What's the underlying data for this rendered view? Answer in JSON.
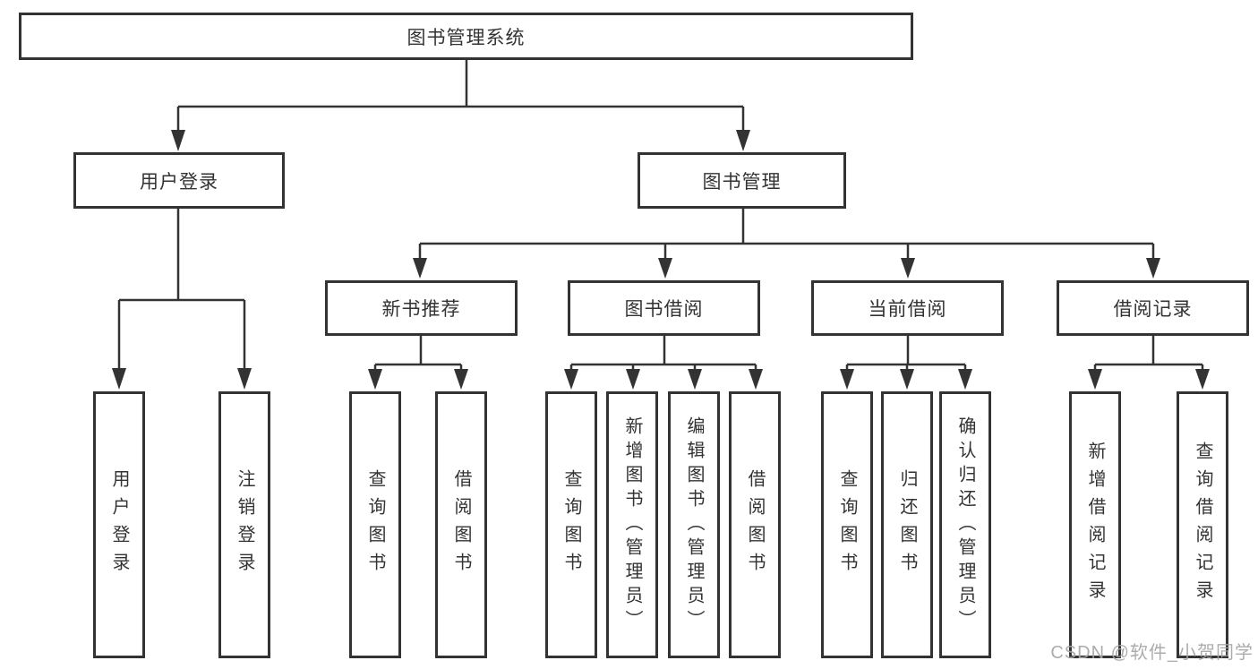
{
  "tree": {
    "root": "图书管理系统",
    "branches": [
      {
        "label": "用户登录",
        "leaves": [
          "用户登录",
          "注销登录"
        ]
      },
      {
        "label": "图书管理",
        "children": [
          {
            "label": "新书推荐",
            "leaves": [
              "查询图书",
              "借阅图书"
            ]
          },
          {
            "label": "图书借阅",
            "leaves": [
              "查询图书",
              "新增图书（管理员）",
              "编辑图书（管理员）",
              "借阅图书"
            ]
          },
          {
            "label": "当前借阅",
            "leaves": [
              "查询图书",
              "归还图书",
              "确认归还（管理员）"
            ]
          },
          {
            "label": "借阅记录",
            "leaves": [
              "新增借阅记录",
              "查询借阅记录"
            ]
          }
        ]
      }
    ]
  },
  "watermark": {
    "text": "CSDN @软件_小贺同学"
  },
  "colors": {
    "line": "#333333",
    "text": "#333333",
    "background": "#ffffff",
    "watermark": "#a5a5a5"
  }
}
